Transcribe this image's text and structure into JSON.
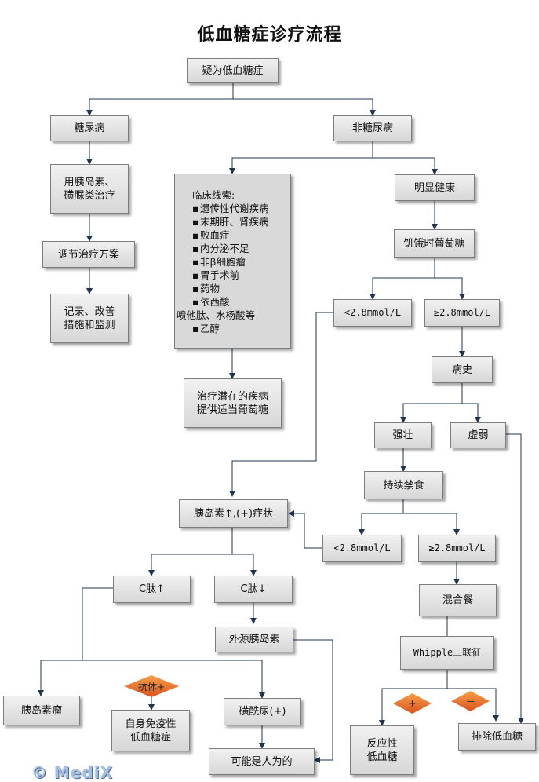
{
  "title": "低血糖症诊疗流程",
  "nodes": {
    "suspect": "疑为低血糖症",
    "diabetic": "糖尿病",
    "nondiabetic": "非糖尿病",
    "insulin_treat": "用胰岛素、\n磺脲类治疗",
    "adjust": "调节治疗方案",
    "record": "记录、改善\n措施和监测",
    "healthy": "明显健康",
    "fasting": "饥饿时葡萄糖",
    "lt1": "<2.8mmol/L",
    "ge1": "≥2.8mmol/L",
    "history": "病史",
    "strong": "强壮",
    "weak": "虚弱",
    "prolonged_fast": "持续禁食",
    "lt2": "<2.8mmol/L",
    "ge2": "≥2.8mmol/L",
    "mixed_meal": "混合餐",
    "whipple": "Whipple三联征",
    "reactive": "反应性\n低血糖",
    "exclude": "排除低血糖",
    "treat_underlying": "治疗潜在的疾病\n提供适当葡萄糖",
    "insulin_symptoms": "胰岛素↑,(+)症状",
    "cpep_up": "C肽↑",
    "cpep_down": "C肽↓",
    "exogenous": "外源胰岛素",
    "insulinoma": "胰岛素瘤",
    "autoimmune": "自身免疫性\n低血糖症",
    "sulfonylurea": "磺酰尿(+)",
    "factitious": "可能是人为的",
    "antibody": "抗体+",
    "plus": "+",
    "minus": "－"
  },
  "clues": {
    "heading": "临床线索:",
    "items": [
      "遗传性代谢疾病",
      "末期肝、肾疾病",
      "败血症",
      "内分泌不足",
      "非β细胞瘤",
      "胃手术前",
      "药物",
      "依西酸"
    ],
    "continuation": "喷他肽、水杨酸等",
    "last_item": "乙醇",
    "bullet": "▪"
  },
  "logo": "© MediX",
  "colors": {
    "line": "#1f3550",
    "box_top": "#f1f1f1",
    "box_bottom": "#d7d7d7",
    "diamond": "#e8742f"
  }
}
